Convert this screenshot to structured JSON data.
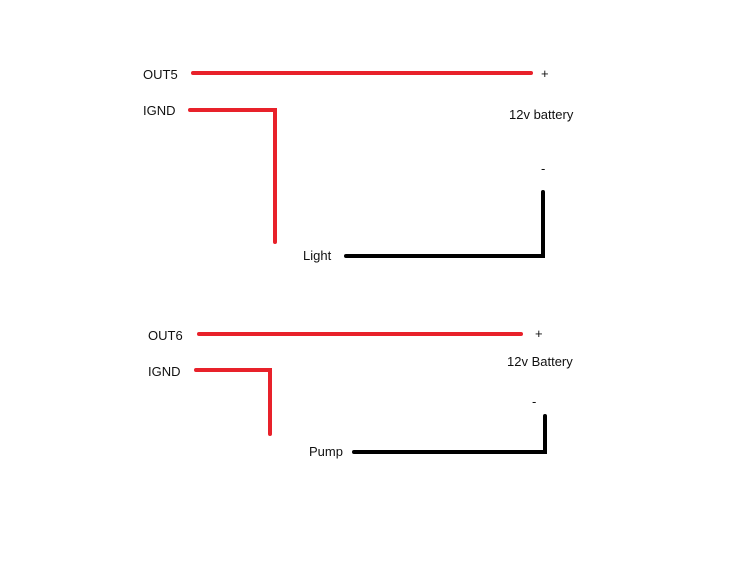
{
  "colors": {
    "positive_wire": "#e8212a",
    "negative_wire": "#000000",
    "background": "#ffffff"
  },
  "circuits": [
    {
      "out_label": "OUT5",
      "ignd_label": "IGND",
      "plus_label": "+",
      "battery_label": "12v battery",
      "minus_label": "-",
      "load_label": "Light"
    },
    {
      "out_label": "OUT6",
      "ignd_label": "IGND",
      "plus_label": "+",
      "battery_label": "12v Battery",
      "minus_label": "-",
      "load_label": "Pump"
    }
  ]
}
